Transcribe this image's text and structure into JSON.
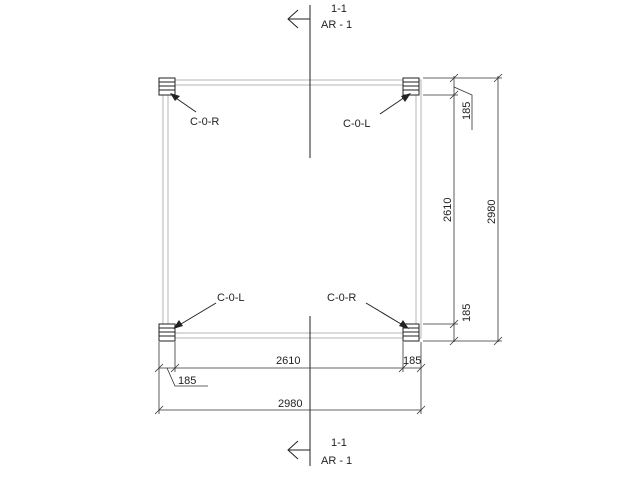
{
  "section_marks": {
    "top": {
      "number": "1-1",
      "sheet": "AR - 1"
    },
    "bottom": {
      "number": "1-1",
      "sheet": "AR - 1"
    }
  },
  "columns": {
    "top_left": "C-0-R",
    "top_right": "C-0-L",
    "bottom_left": "C-0-L",
    "bottom_right": "C-0-R"
  },
  "dimensions": {
    "horizontal_inner": "2610",
    "horizontal_overall": "2980",
    "horizontal_left_offset": "185",
    "horizontal_right_offset": "185",
    "vertical_inner": "2610",
    "vertical_overall": "2980",
    "vertical_top_offset": "185",
    "vertical_bottom_offset": "185"
  },
  "colors": {
    "line": "#222222",
    "frame": "#b5b5b5"
  }
}
